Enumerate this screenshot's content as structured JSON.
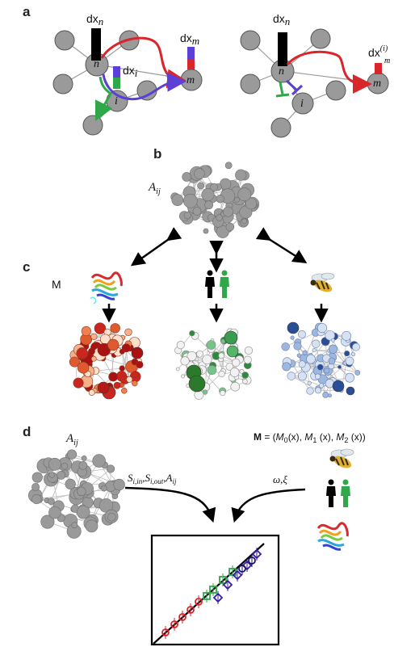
{
  "panels": {
    "a": "a",
    "b": "b",
    "c": "c",
    "d": "d"
  },
  "panel_a": {
    "left": {
      "node_n": "n",
      "node_i": "i",
      "node_m": "m",
      "dxn_base": "dx",
      "dxn_sub": "n",
      "dxm_base": "dx",
      "dxm_sub": "m",
      "dxi_base": "dx",
      "dxi_sub": "i"
    },
    "right": {
      "node_n": "n",
      "node_i": "i",
      "node_m": "m",
      "dxn_base": "dx",
      "dxn_sub": "n",
      "dxm_base": "dx",
      "dxm_sup": "(i)",
      "dxm_sub": "m"
    }
  },
  "panel_b": {
    "matrix_label": "A",
    "matrix_sub": "ij"
  },
  "panel_c": {
    "m_label": "M"
  },
  "panel_d": {
    "matrix_label": "A",
    "matrix_sub": "ij",
    "M_def": "M = (M0(x), M1 (x), M2 (x))",
    "M_bold": "M",
    "M_eq": " = (",
    "M0": "M",
    "M0_sub": "0",
    "x0": "(x), ",
    "M1": "M",
    "M1_sub": "1",
    "x1": " (x), ",
    "M2": "M",
    "M2_sub": "2",
    "x2": " (x))",
    "left_arrow_label": "S_i,in, S_i,out, A_ij",
    "la_S1": "S",
    "la_S1_sub": "i,in",
    "la_sep1": ",",
    "la_S2": "S",
    "la_S2_sub": "i,out",
    "la_sep2": ",",
    "la_A": "A",
    "la_A_sub": "ij",
    "right_arrow_label": "ω,ξ"
  },
  "colors": {
    "node_gray": "#9a9a9a",
    "edge_gray": "#b5b5b5",
    "red": "#d9262b",
    "blue": "#5b3fd6",
    "green": "#2fa84a",
    "black": "#000000"
  },
  "icons": [
    "protein-structure-icon",
    "human-pair-icon",
    "bee-icon"
  ]
}
